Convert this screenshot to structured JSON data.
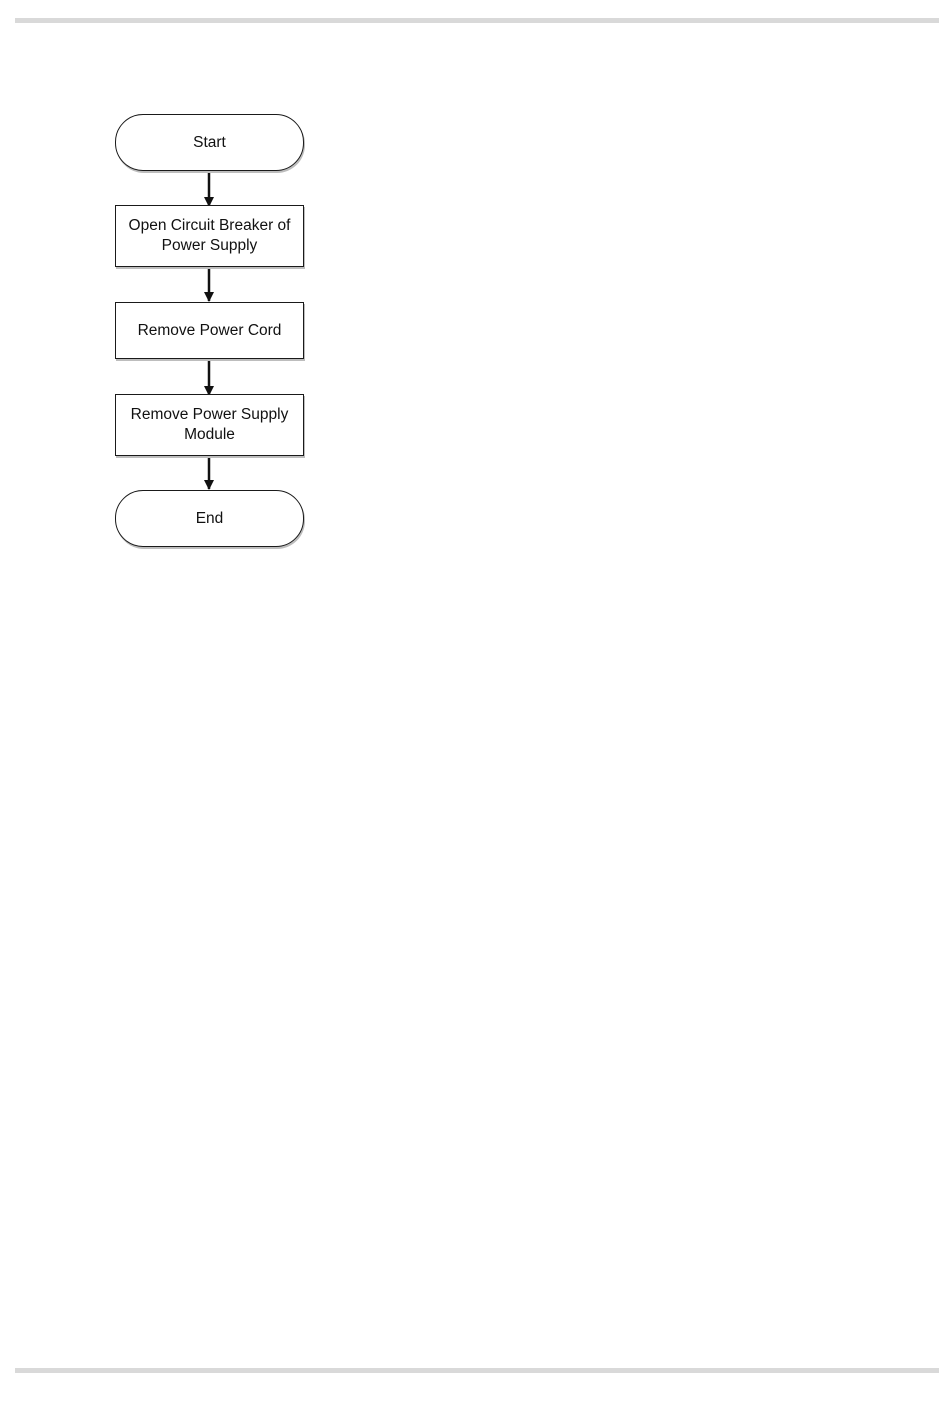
{
  "flowchart": {
    "nodes": [
      {
        "id": "start",
        "shape": "terminal",
        "label": "Start"
      },
      {
        "id": "open-breaker",
        "shape": "process",
        "label": "Open Circuit Breaker of Power Supply"
      },
      {
        "id": "remove-cord",
        "shape": "process",
        "label": "Remove Power Cord"
      },
      {
        "id": "remove-module",
        "shape": "process",
        "label": "Remove Power Supply Module"
      },
      {
        "id": "end",
        "shape": "terminal",
        "label": "End"
      }
    ],
    "edges": [
      {
        "from": "start",
        "to": "open-breaker"
      },
      {
        "from": "open-breaker",
        "to": "remove-cord"
      },
      {
        "from": "remove-cord",
        "to": "remove-module"
      },
      {
        "from": "remove-module",
        "to": "end"
      }
    ]
  }
}
